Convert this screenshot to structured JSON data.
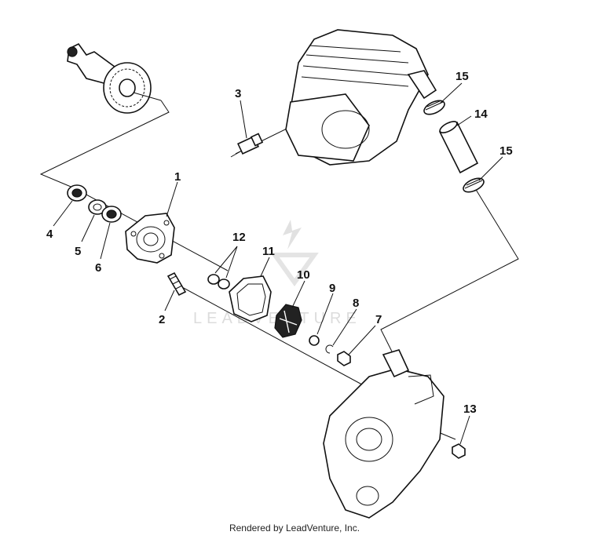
{
  "watermark": {
    "text": "LEADVENTURE"
  },
  "footer": {
    "credit": "Rendered by LeadVenture, Inc."
  },
  "callouts": [
    "1",
    "2",
    "3",
    "4",
    "5",
    "6",
    "7",
    "8",
    "9",
    "10",
    "11",
    "12",
    "13",
    "14",
    "15",
    "15"
  ]
}
